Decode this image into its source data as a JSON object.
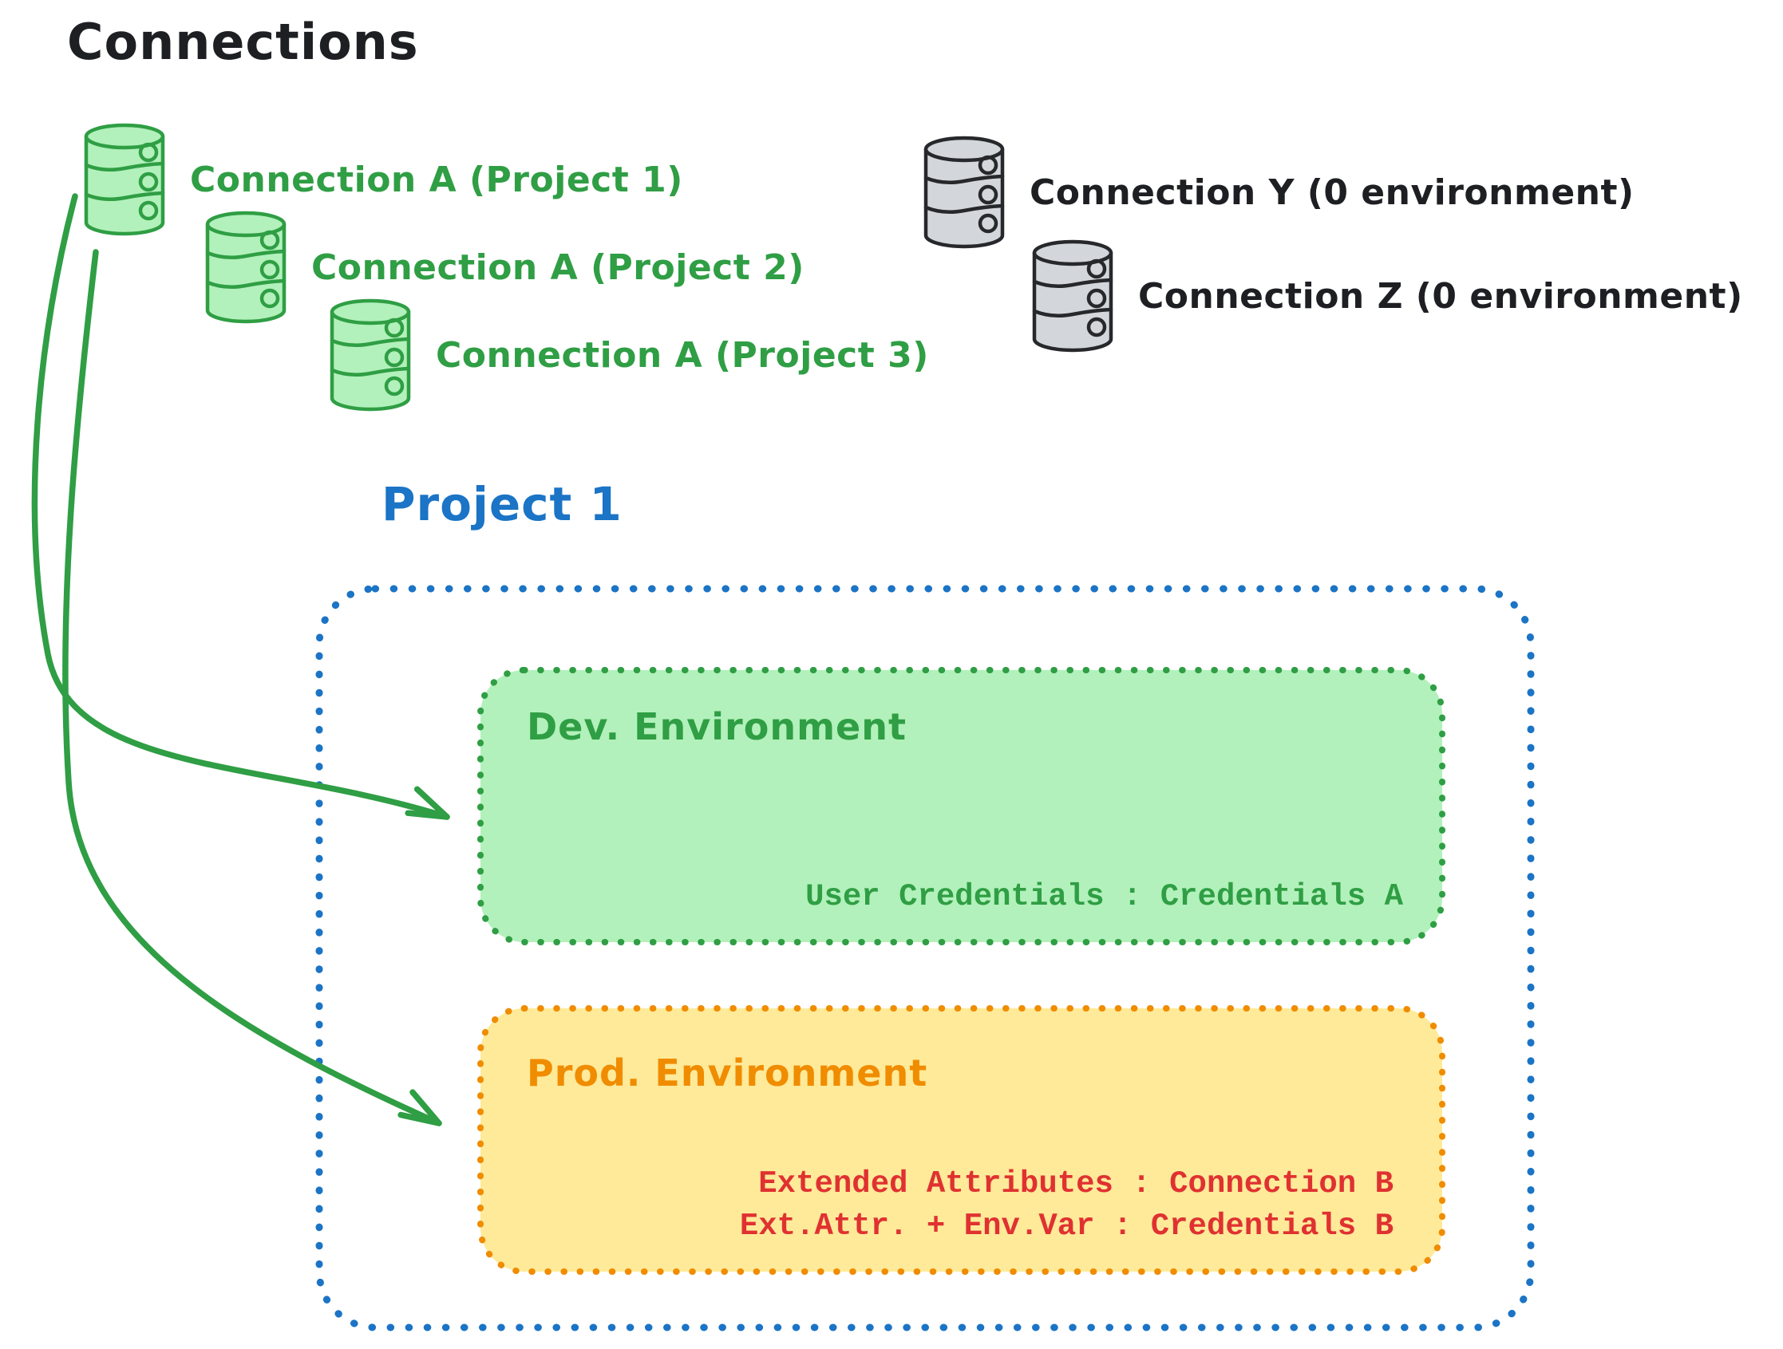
{
  "title": "Connections",
  "colors": {
    "green": "#2f9e44",
    "green-fill": "#b2f1bb",
    "blue": "#1b74c5",
    "orange": "#f08c00",
    "yellow-fill": "#feea99",
    "red": "#e03131",
    "ink": "#1e1f22",
    "gray-fill": "#d3d7db",
    "gray-stroke": "#26282b"
  },
  "connections": {
    "project_a": [
      {
        "label": "Connection A (Project 1)"
      },
      {
        "label": "Connection A (Project 2)"
      },
      {
        "label": "Connection A (Project 3)"
      }
    ],
    "unassigned": [
      {
        "label": "Connection Y (0 environment)"
      },
      {
        "label": "Connection Z (0 environment)"
      }
    ]
  },
  "project": {
    "title": "Project 1",
    "environments": {
      "dev": {
        "title": "Dev. Environment",
        "mapping": "User Credentials : Credentials A"
      },
      "prod": {
        "title": "Prod. Environment",
        "mappings": [
          "Extended Attributes : Connection B",
          "Ext.Attr. + Env.Var : Credentials B"
        ]
      }
    }
  }
}
